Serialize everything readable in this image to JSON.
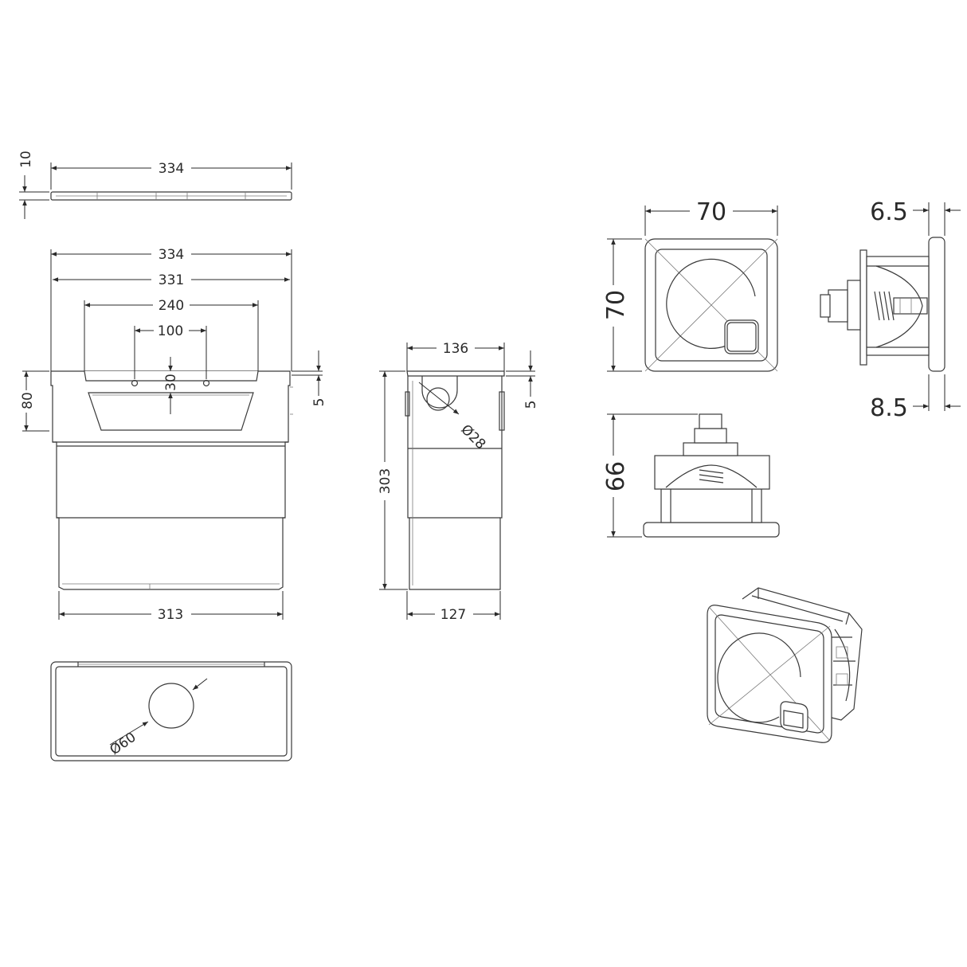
{
  "dimensions": {
    "lid_thickness": "10",
    "lid_width": "334",
    "cistern_width_top": "334",
    "cistern_width_inner": "331",
    "button_slot_width": "240",
    "hole_spacing": "100",
    "hole_height": "30",
    "lid_band_height": "80",
    "lid_offset": "5",
    "side_depth_top": "136",
    "side_offset": "5",
    "inlet_diameter": "Ø28",
    "cistern_height": "303",
    "base_width": "313",
    "base_depth": "127",
    "outlet_diameter": "Ø60",
    "plate_width": "70",
    "plate_height": "70",
    "plate_front_depth": "6.5",
    "plate_rear_depth": "8.5",
    "button_body_height": "66"
  }
}
